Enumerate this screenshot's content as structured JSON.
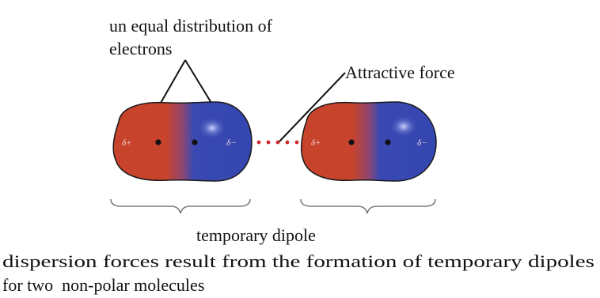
{
  "annotations": {
    "unequal_line1": "un equal distribution of",
    "unequal_line2": "electrons",
    "attractive_force": "Attractive force",
    "temporary_dipole": "temporary dipole",
    "caption_line1": "dispersion forces result from the formation of temporary dipoles",
    "caption_line2": "for two  non-polar molecules"
  },
  "molecules": [
    {
      "partial_positive": "δ+",
      "partial_negative": "δ−"
    },
    {
      "partial_positive": "δ+",
      "partial_negative": "δ−"
    }
  ],
  "colors": {
    "positive_region": "#c9432a",
    "negative_region": "#3446b0",
    "attraction_dots": "#cc2a2a",
    "outline": "#1a1a1a",
    "brace": "#777777"
  }
}
